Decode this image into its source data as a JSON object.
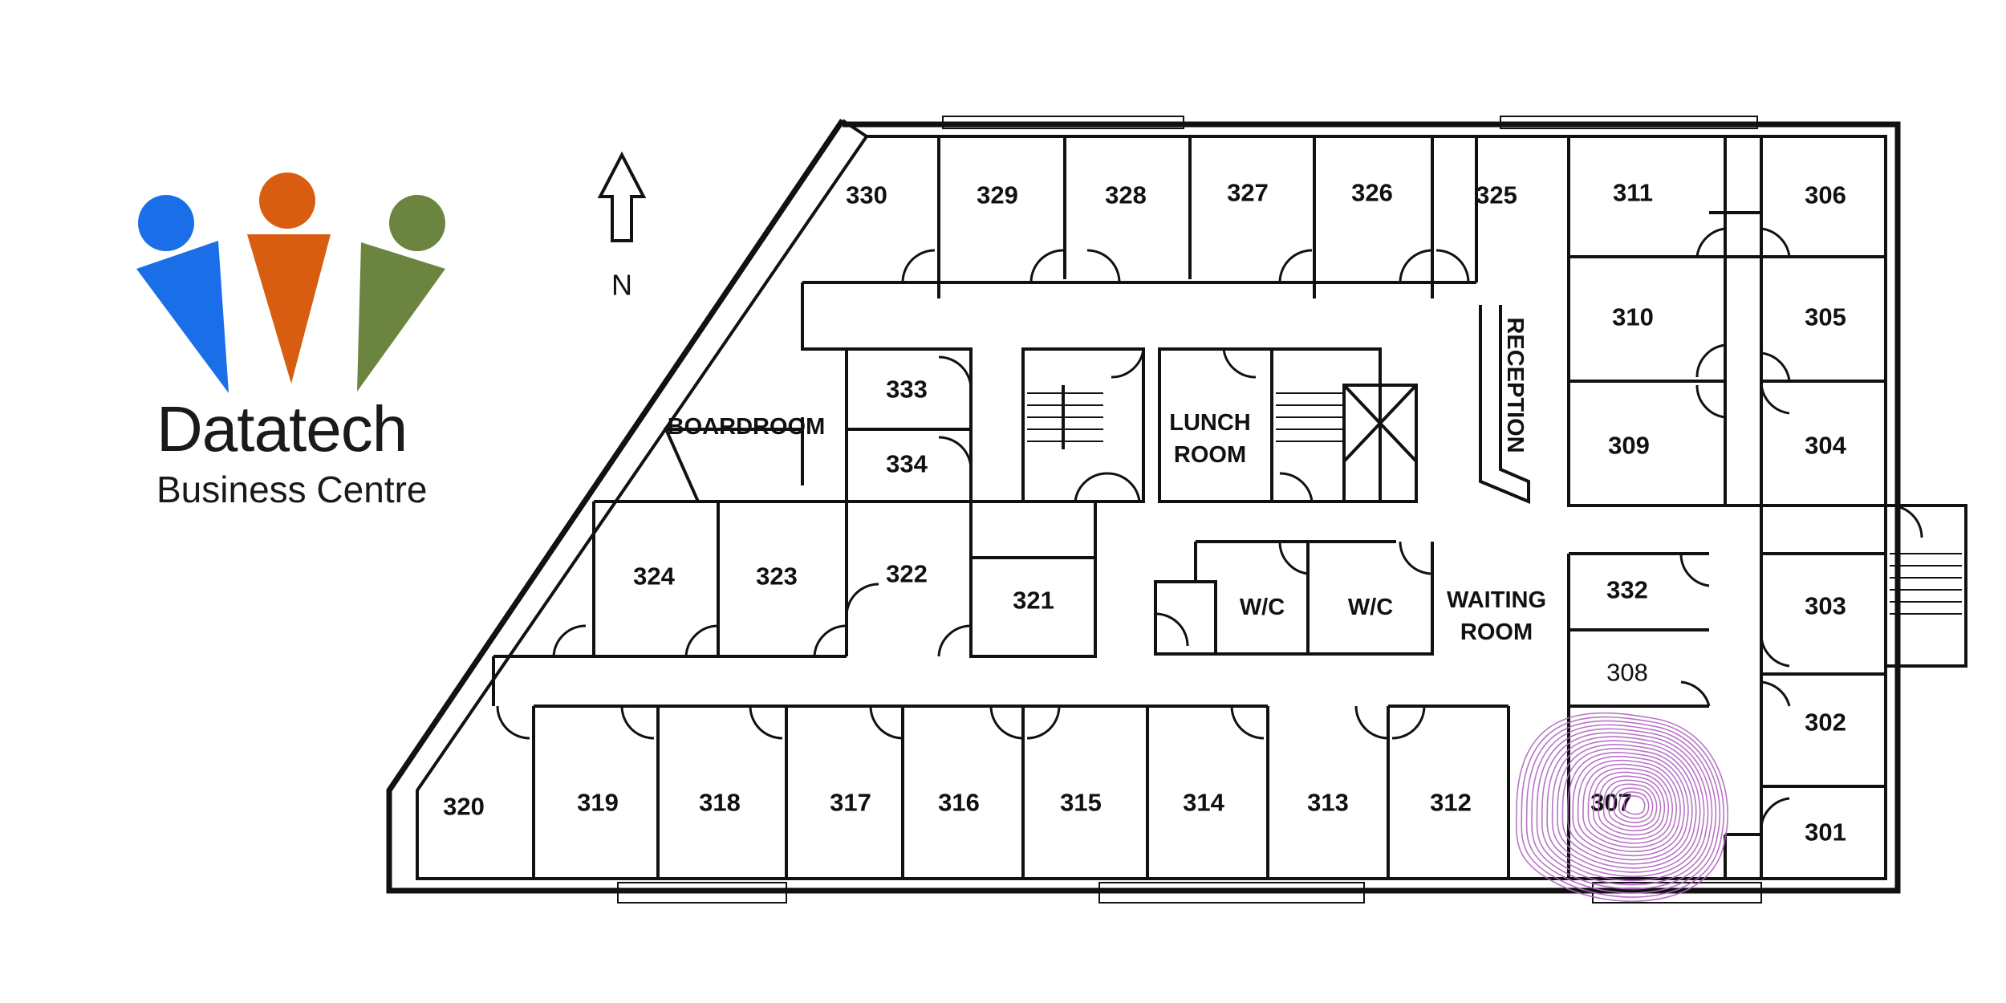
{
  "brand": {
    "name": "Datatech",
    "subtitle": "Business Centre",
    "colors": {
      "blue": "#1a6fe8",
      "orange": "#d85d10",
      "green": "#6b8440"
    }
  },
  "compass": {
    "label": "N",
    "icon": "north-arrow-icon"
  },
  "rooms": {
    "r330": "330",
    "r329": "329",
    "r328": "328",
    "r327": "327",
    "r326": "326",
    "r325": "325",
    "r311": "311",
    "r306": "306",
    "r310": "310",
    "r305": "305",
    "r309": "309",
    "r304": "304",
    "r333": "333",
    "r334": "334",
    "r324": "324",
    "r323": "323",
    "r322": "322",
    "r321": "321",
    "r332": "332",
    "r308": "308",
    "r303": "303",
    "r302": "302",
    "r301": "301",
    "r320": "320",
    "r319": "319",
    "r318": "318",
    "r317": "317",
    "r316": "316",
    "r315": "315",
    "r314": "314",
    "r313": "313",
    "r312": "312",
    "r307": "307"
  },
  "areas": {
    "boardroom": "BOARDROOM",
    "lunch_line1": "LUNCH",
    "lunch_line2": "ROOM",
    "reception": "RECEPTION",
    "wc1": "W/C",
    "wc2": "W/C",
    "waiting_line1": "WAITING",
    "waiting_line2": "ROOM"
  },
  "marker": {
    "color": "#b066c0",
    "room": "307"
  }
}
